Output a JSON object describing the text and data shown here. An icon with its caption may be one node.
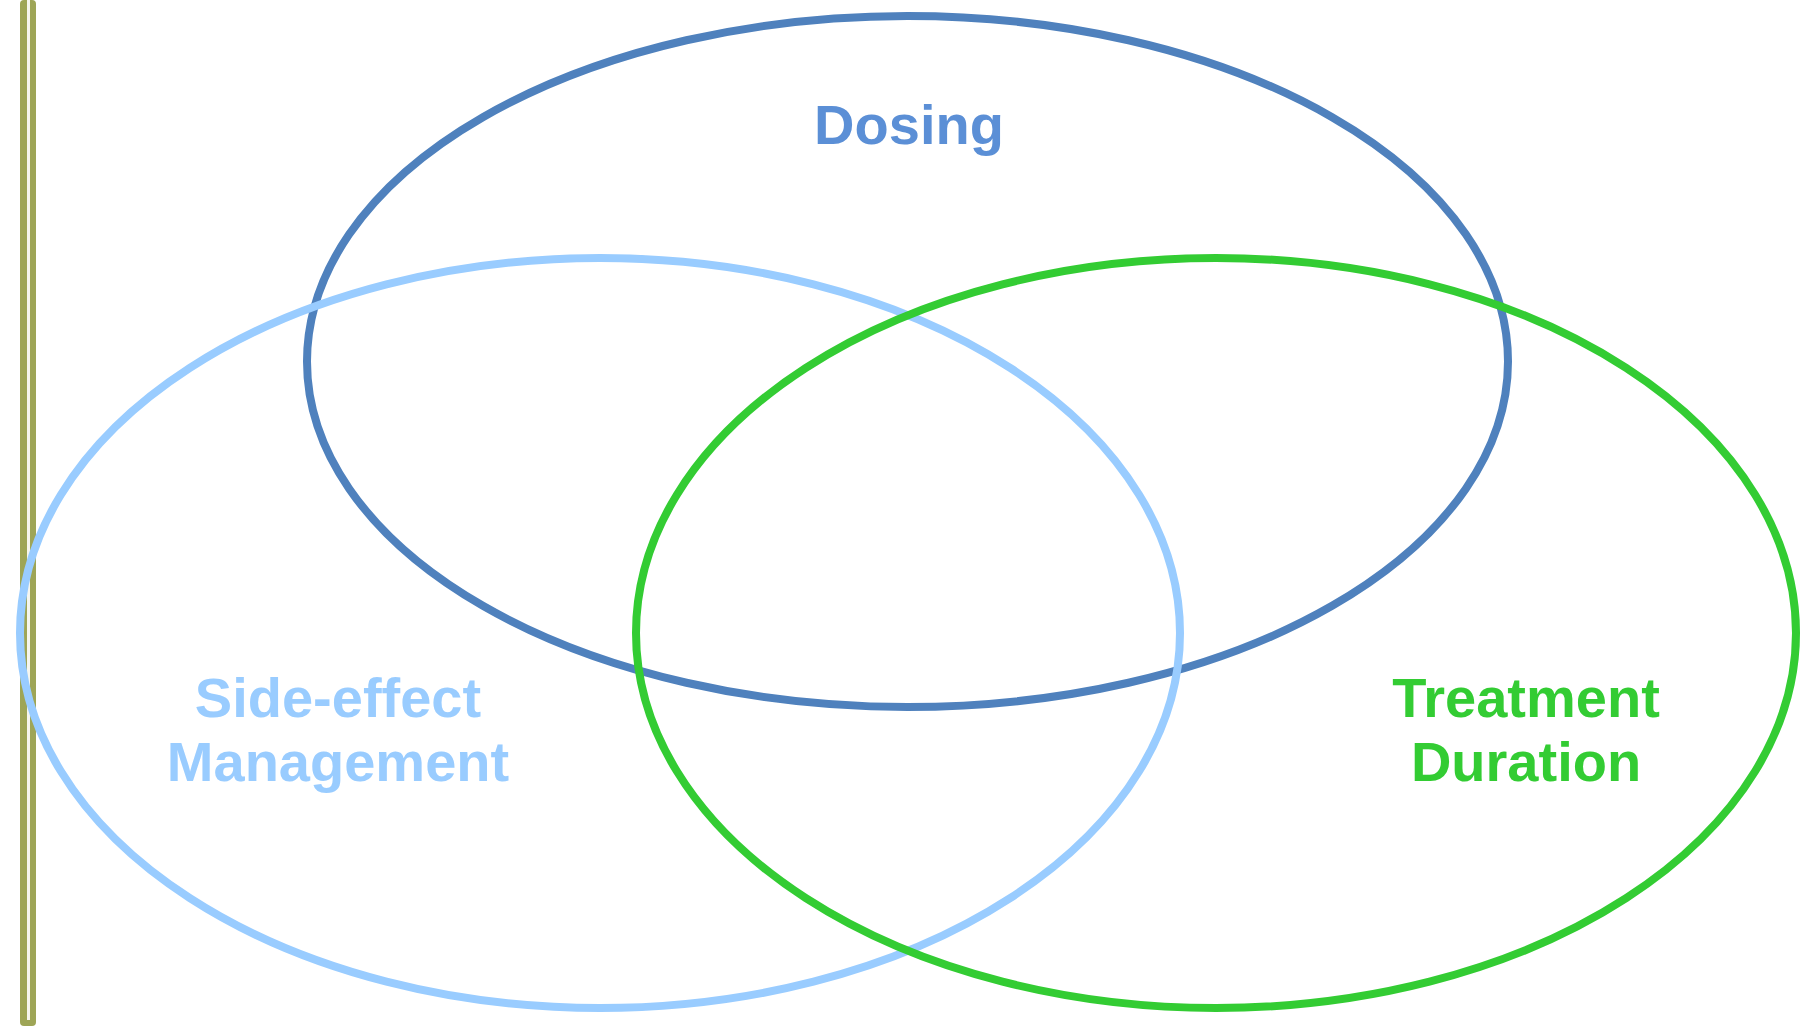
{
  "diagram": {
    "nodes": [
      {
        "text": [
          "Dosing"
        ]
      },
      {
        "text": [
          "Side-effect Management"
        ]
      },
      {
        "text": [
          "Treatment Duration"
        ]
      }
    ]
  }
}
